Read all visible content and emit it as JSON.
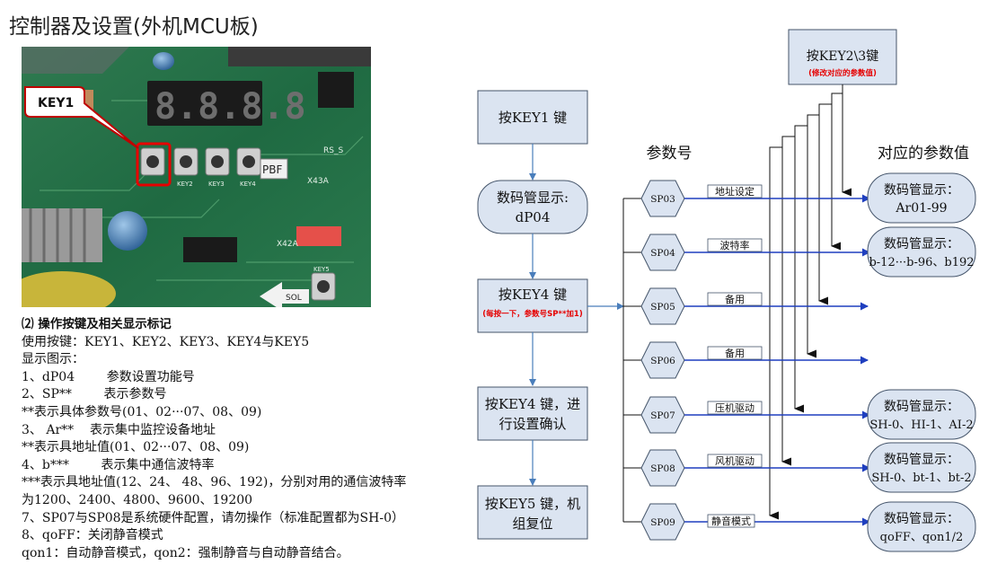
{
  "title": "控制器及设置(外机MCU板)",
  "photo": {
    "callout_label": "KEY1",
    "silkscreen": [
      "RS_S",
      "PBF",
      "X43A",
      "X42A",
      "KEY2",
      "KEY3",
      "KEY4",
      "SOL",
      "KEY5"
    ]
  },
  "instructions": {
    "heading": "⑵  操作按键及相关显示标记",
    "lines": [
      "使用按键：KEY1、KEY2、KEY3、KEY4与KEY5",
      "显示图示：",
      "1、dP04        参数设置功能号",
      "2、SP**        表示参数号",
      "**表示具体参数号(01、02···07、08、09)",
      "3、 Ar**    表示集中监控设备地址",
      "**表示具地址值(01、02···07、08、09)",
      "4、b***        表示集中通信波特率",
      "***表示具地址值(12、24、 48、96、192)，分别对用的通信波特率",
      "为1200、2400、4800、9600、19200",
      "7、SP07与SP08是系统硬件配置，请勿操作（标准配置都为SH-0）",
      "8、qoFF：关闭静音模式",
      "qon1：自动静音模式，qon2：强制静音与自动静音结合。"
    ]
  },
  "flow": {
    "step1": "按KEY1 键",
    "step2": [
      "数码管显示:",
      "dP04"
    ],
    "step3": "按KEY4 键",
    "step3_note": "(每按一下，参数号SP**加1)",
    "step4": [
      "按KEY4 键，进",
      "行设置确认"
    ],
    "step5": [
      "按KEY5 键，机",
      "组复位"
    ],
    "key23_box": "按KEY2\\3键",
    "key23_note": "(修改对应的参数值)",
    "col_param": "参数号",
    "col_value": "对应的参数值",
    "params": [
      {
        "code": "SP03",
        "label": "地址设定",
        "value": [
          "数码管显示：",
          "Ar01-99"
        ]
      },
      {
        "code": "SP04",
        "label": "波特率",
        "value": [
          "数码管显示：",
          "b-12···b-96、b192"
        ]
      },
      {
        "code": "SP05",
        "label": "备用",
        "value": null
      },
      {
        "code": "SP06",
        "label": "备用",
        "value": null
      },
      {
        "code": "SP07",
        "label": "压机驱动",
        "value": [
          "数码管显示：",
          "SH-0、HI-1、AI-2"
        ]
      },
      {
        "code": "SP08",
        "label": "风机驱动",
        "value": [
          "数码管显示：",
          "SH-0、bt-1、bt-2"
        ]
      },
      {
        "code": "SP09",
        "label": "静音模式",
        "value": [
          "数码管显示：",
          "qoFF、qon1/2"
        ]
      }
    ],
    "colors": {
      "box_fill": "#dbe4f1",
      "box_stroke": "#44546a",
      "flow_arrow": "#4a7ebb",
      "param_line": "#1f3fbf",
      "red": "#e60000"
    }
  }
}
